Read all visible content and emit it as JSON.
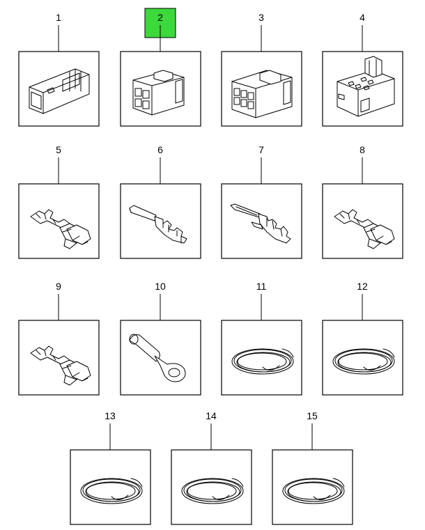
{
  "parts": [
    {
      "label": "1",
      "icon": "connector-plug-2way-icon"
    },
    {
      "label": "2",
      "icon": "connector-housing-4way-icon",
      "highlighted": true
    },
    {
      "label": "3",
      "icon": "connector-housing-6way-icon"
    },
    {
      "label": "4",
      "icon": "connector-housing-relay-icon"
    },
    {
      "label": "5",
      "icon": "female-terminal-icon"
    },
    {
      "label": "6",
      "icon": "pin-terminal-icon"
    },
    {
      "label": "7",
      "icon": "male-blade-terminal-icon"
    },
    {
      "label": "8",
      "icon": "female-terminal-icon"
    },
    {
      "label": "9",
      "icon": "female-terminal-icon"
    },
    {
      "label": "10",
      "icon": "ring-terminal-icon"
    },
    {
      "label": "11",
      "icon": "wire-coil-icon"
    },
    {
      "label": "12",
      "icon": "wire-coil-icon"
    },
    {
      "label": "13",
      "icon": "wire-coil-icon"
    },
    {
      "label": "14",
      "icon": "wire-coil-icon"
    },
    {
      "label": "15",
      "icon": "wire-coil-icon"
    }
  ],
  "colors": {
    "highlight": "#3cd83c",
    "line": "#000000",
    "background": "#ffffff"
  }
}
